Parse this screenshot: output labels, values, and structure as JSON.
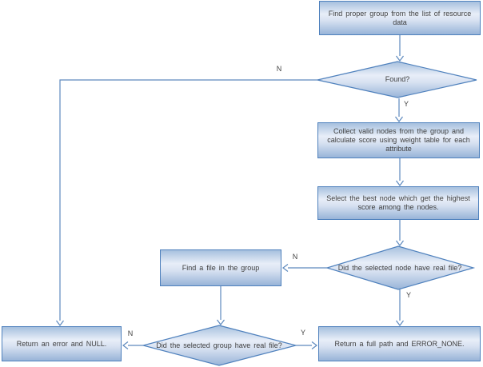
{
  "nodes": {
    "find_group": "Find proper group from the list of resource data",
    "found": "Found?",
    "collect_nodes": "Collect valid nodes from the group and calculate score using weight table for each attribute",
    "select_best": "Select the best node which get the highest score among the nodes.",
    "node_has_file": "Did the selected node have real file?",
    "find_file": "Find a file in the group",
    "group_has_file": "Did the selected group have real file?",
    "return_error": "Return an error and NULL.",
    "return_full_path": "Return a full path and ERROR_NONE."
  },
  "edge_labels": {
    "found_no": "N",
    "found_yes": "Y",
    "node_has_file_no": "N",
    "node_has_file_yes": "Y",
    "group_has_file_no": "N",
    "group_has_file_yes": "Y"
  },
  "colors": {
    "shape_border": "#4f81bd",
    "shape_fill_top": "#a6c0de",
    "shape_fill_mid": "#e8eef8",
    "shape_fill_bottom": "#98b4d8",
    "connector": "#5d89be",
    "text": "#3f3f3f",
    "background": "#ffffff"
  }
}
